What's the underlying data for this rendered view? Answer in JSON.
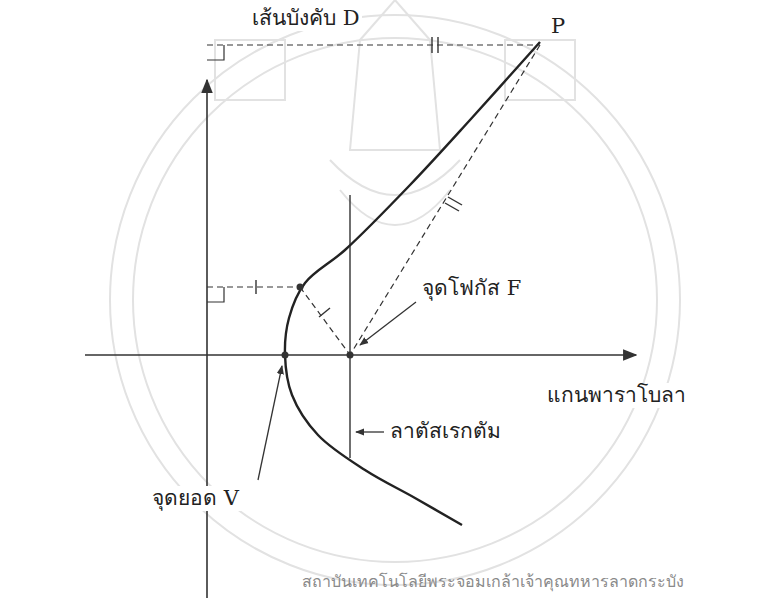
{
  "diagram": {
    "labels": [
      "เส้นบังคับ D",
      "P",
      "จุดโฟกัส F",
      "แกนพาราโบลา",
      "ลาตัสเรกตัม",
      "จุดยอด V",
      "สถาบันเทคโนโลยีพระจอมเกล้าเจ้าคุณทหารลาดกระบัง"
    ]
  }
}
